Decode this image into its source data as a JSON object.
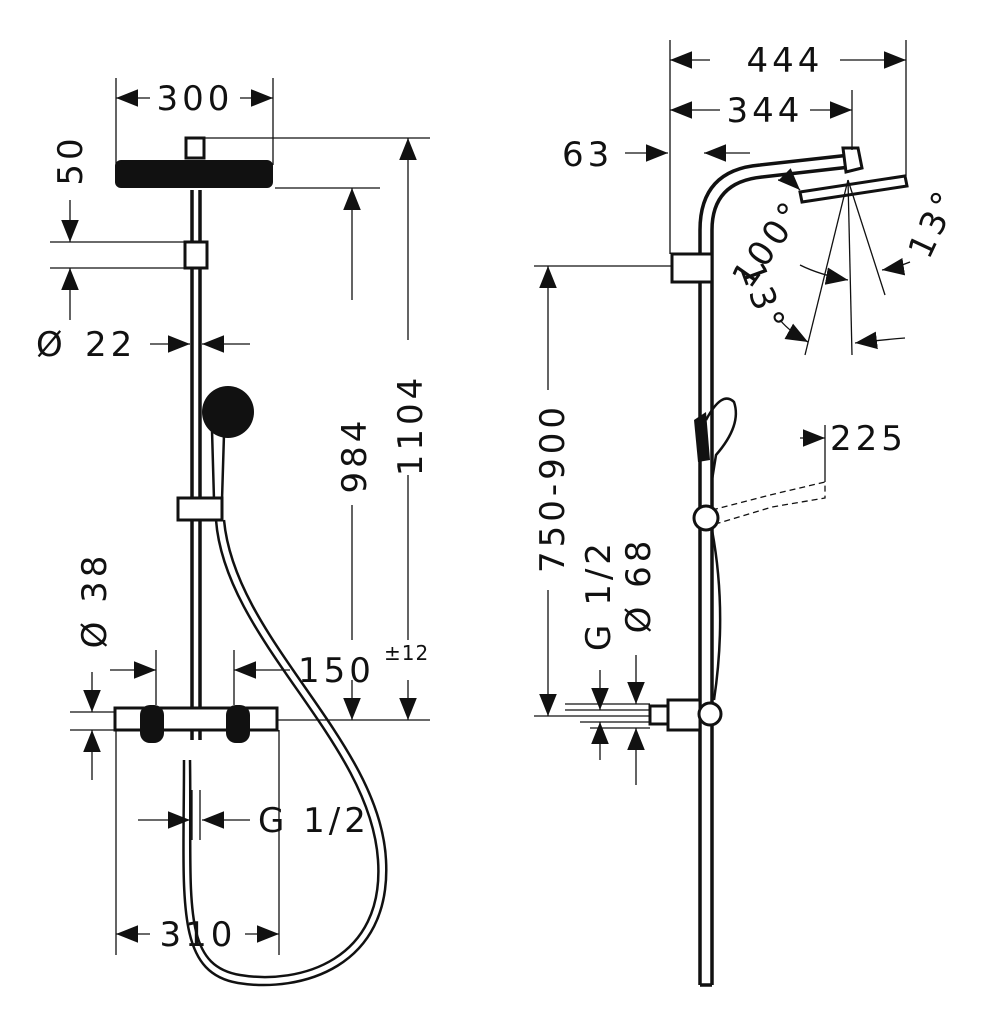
{
  "front_view": {
    "width_head": "300",
    "head_height": "50",
    "rail_diameter": "22",
    "rail_diameter_symbol": "Ø",
    "height_total": "1104",
    "height_head": "984",
    "tolerance": "±12",
    "thermostat_diameter": "Ø 38",
    "thermostat_distance": "150",
    "connection_thread": "G 1/2",
    "width_thermostat": "310"
  },
  "side_view": {
    "projection_total": "444",
    "projection_arm": "344",
    "wall_offset": "63",
    "swivel_angle": "100°",
    "tilt_angle_up": "13°",
    "tilt_angle_down": "13°",
    "height_range": "750-900",
    "connection_thread": "G 1/2",
    "thermostat_diameter": "Ø 68",
    "hand_shower_projection": "225"
  }
}
